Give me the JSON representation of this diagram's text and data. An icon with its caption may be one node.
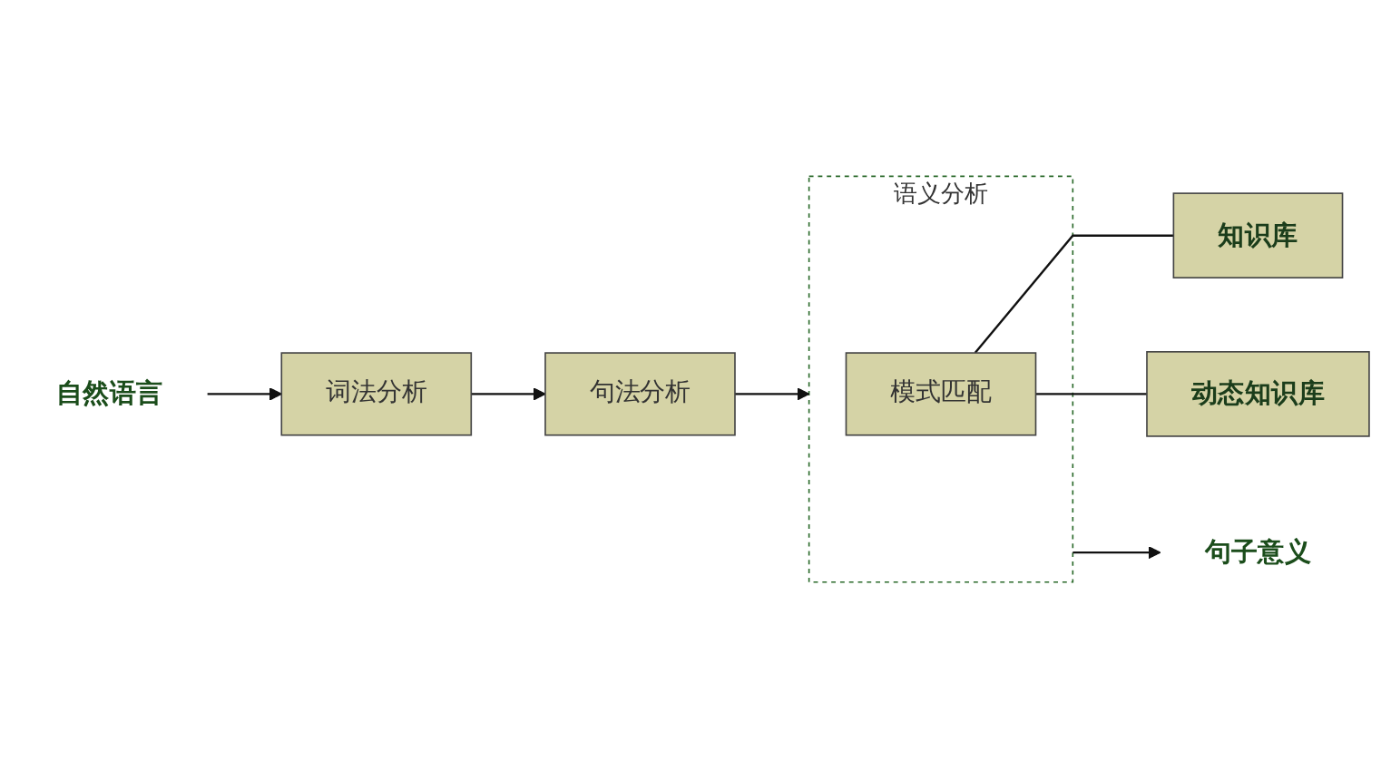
{
  "diagram": {
    "nodes": [
      {
        "text": [
          "自然语言"
        ]
      },
      {
        "text": [
          "词法分析"
        ]
      },
      {
        "text": [
          "句法分析"
        ]
      },
      {
        "text": [
          "语义分析"
        ]
      },
      {
        "text": [
          "模式匹配"
        ],
        "in": 3
      },
      {
        "text": [
          "句子意义"
        ]
      },
      {
        "text": [
          "知识库"
        ]
      },
      {
        "text": [
          "动态知识库"
        ]
      }
    ],
    "edges": [
      {
        "from": 0,
        "to": 1,
        "arrow": "to"
      },
      {
        "from": 1,
        "to": 2,
        "arrow": "to"
      },
      {
        "from": 2,
        "to": 3,
        "arrow": "to"
      },
      {
        "from": 3,
        "to": 5,
        "arrow": "to"
      },
      {
        "from": 4,
        "to": 6,
        "arrow": "none"
      },
      {
        "from": 4,
        "to": 7,
        "arrow": "none"
      }
    ]
  }
}
